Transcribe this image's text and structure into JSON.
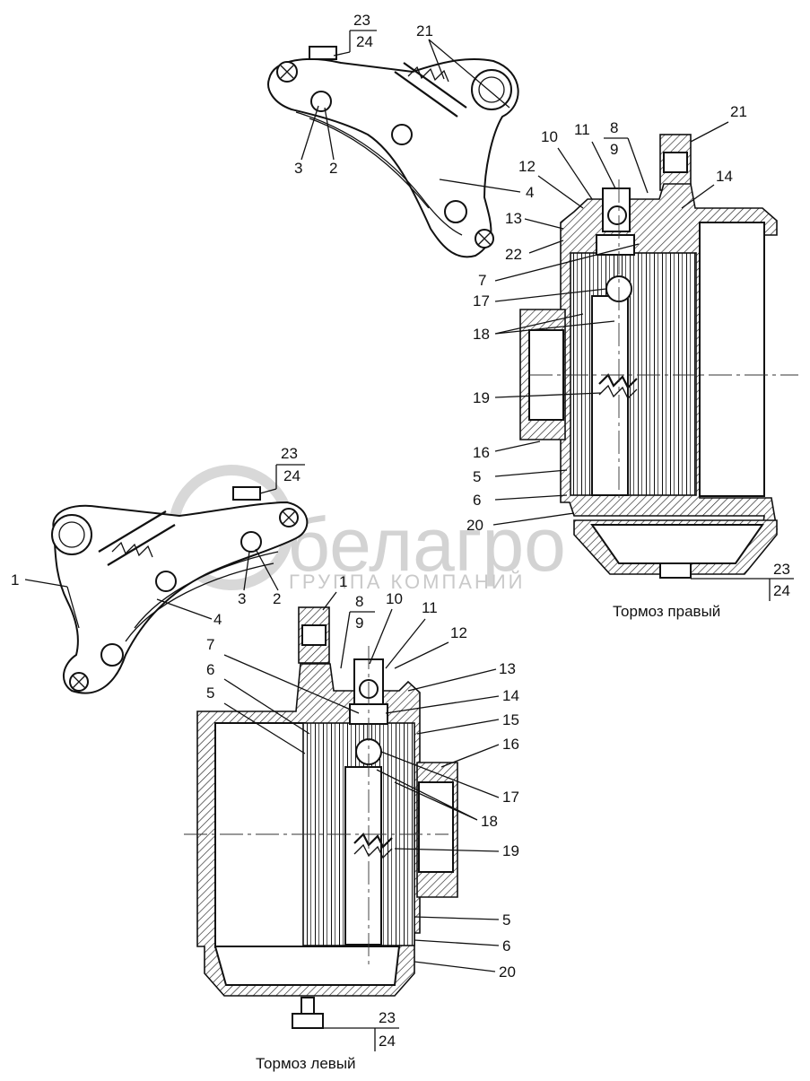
{
  "captions": {
    "right": "Тормоз правый",
    "left": "Тормоз левый"
  },
  "watermark": {
    "brand": "белагро",
    "subtitle": "ГРУППА КОМПАНИЙ"
  },
  "labels": {
    "top_bracket": [
      "23",
      "24",
      "21",
      "3",
      "2",
      "4"
    ],
    "right_brake": [
      "21",
      "8",
      "9",
      "10",
      "11",
      "14",
      "12",
      "13",
      "22",
      "7",
      "17",
      "18",
      "19",
      "16",
      "5",
      "6",
      "20",
      "23",
      "24"
    ],
    "left_bracket": [
      "23",
      "24",
      "1",
      "3",
      "2",
      "4"
    ],
    "left_brake": [
      "1",
      "8",
      "9",
      "10",
      "11",
      "12",
      "7",
      "13",
      "14",
      "6",
      "5",
      "15",
      "16",
      "17",
      "18",
      "19",
      "5",
      "6",
      "20",
      "23",
      "24"
    ]
  }
}
